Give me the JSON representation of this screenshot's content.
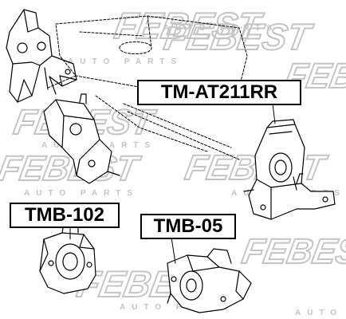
{
  "watermark": {
    "brand": "FEBEST",
    "tagline": "AUTO PARTS",
    "color": "#c9c9c9"
  },
  "labels": {
    "tm_at211rr": "TM-AT211RR",
    "tmb_102": "TMB-102",
    "tmb_05": "TMB-05"
  },
  "colors": {
    "line": "#000000",
    "background": "#ffffff"
  }
}
